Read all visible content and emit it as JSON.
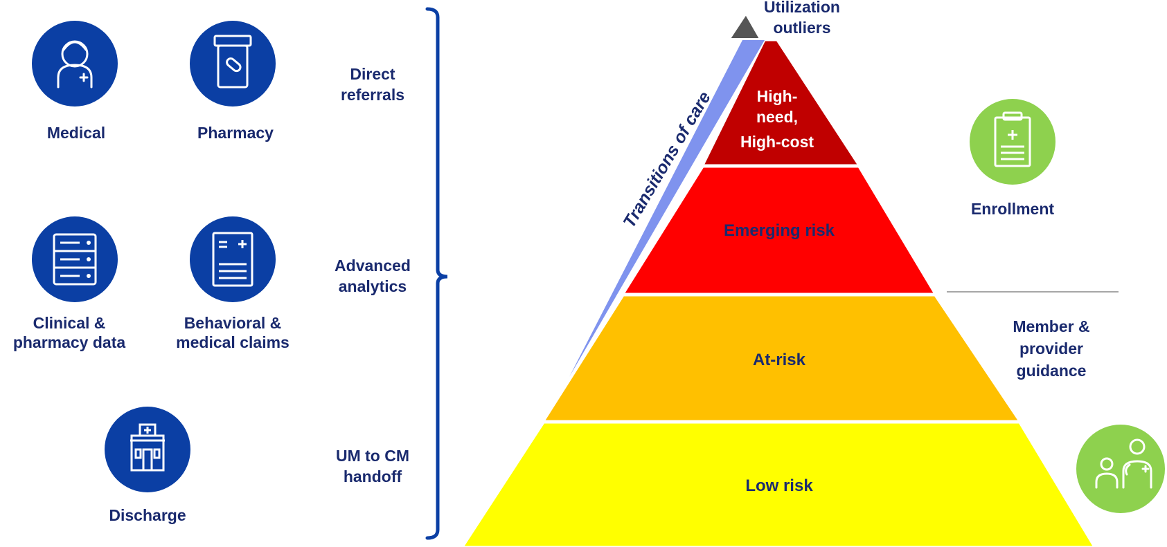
{
  "colors": {
    "brand_blue": "#0b3fa4",
    "navy_text": "#1a2a6e",
    "green": "#8ed14e",
    "tier_outliers": "#555555",
    "tier_high_need": "#c00000",
    "tier_emerging": "#ff0000",
    "tier_at_risk": "#ffc000",
    "tier_low": "#ffff00",
    "transitions_band": "#7f93ee",
    "divider": "#a6a6a6"
  },
  "sources": {
    "medical": {
      "label": "Medical",
      "icon": "nurse-icon"
    },
    "pharmacy": {
      "label": "Pharmacy",
      "icon": "pill-bottle-icon"
    },
    "clinical": {
      "label_line1": "Clinical &",
      "label_line2": "pharmacy data",
      "icon": "server-icon"
    },
    "behavioral": {
      "label_line1": "Behavioral &",
      "label_line2": "medical claims",
      "icon": "claims-document-icon"
    },
    "discharge": {
      "label": "Discharge",
      "icon": "hospital-icon"
    }
  },
  "channels": {
    "direct": {
      "line1": "Direct",
      "line2": "referrals"
    },
    "analytics": {
      "line1": "Advanced",
      "line2": "analytics"
    },
    "handoff": {
      "line1": "UM to CM",
      "line2": "handoff"
    }
  },
  "pyramid": {
    "outliers": {
      "line1": "Utilization",
      "line2": "outliers"
    },
    "high_need": {
      "line1": "High-",
      "line2": "need,",
      "line3": "High-cost"
    },
    "emerging": "Emerging risk",
    "at_risk": "At-risk",
    "low": "Low risk",
    "transitions": "Transitions of care"
  },
  "outcomes": {
    "enrollment": {
      "label": "Enrollment",
      "icon": "clipboard-icon"
    },
    "guidance": {
      "line1": "Member &",
      "line2": "provider",
      "line3": "guidance",
      "icon": "member-provider-icon"
    }
  }
}
